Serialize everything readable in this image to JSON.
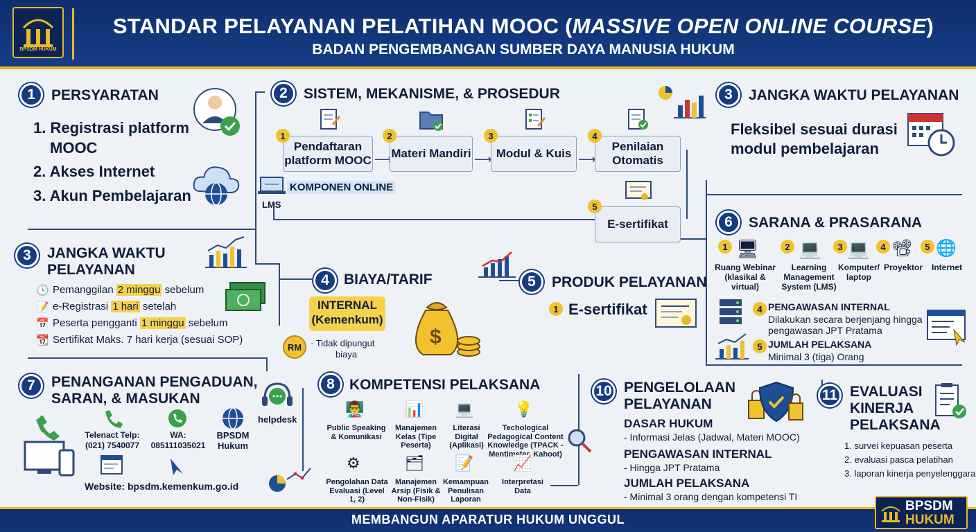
{
  "header": {
    "logo_text": "BPSDM HUKUM",
    "title_main": "STANDAR PELAYANAN PELATIHAN MOOC (",
    "title_italic": "MASSIVE OPEN ONLINE COURSE",
    "title_end": ")",
    "subtitle": "BADAN PENGEMBANGAN SUMBER DAYA MANUSIA HUKUM"
  },
  "s1": {
    "num": "1",
    "title": "PERSYARATAN",
    "items": [
      "1. Registrasi platform",
      "MOOC",
      "2. Akses Internet",
      "3. Akun Pembelajaran"
    ]
  },
  "s2": {
    "num": "2",
    "title": "SISTEM, MEKANISME, & PROSEDUR",
    "steps": [
      {
        "n": "1",
        "label": "Pendaftaran platform MOOC"
      },
      {
        "n": "2",
        "label": "Materi Mandiri"
      },
      {
        "n": "3",
        "label": "Modul & Kuis"
      },
      {
        "n": "4",
        "label": "Penilaian Otomatis"
      },
      {
        "n": "5",
        "label": "E-sertifikat"
      }
    ],
    "lms_label": "LMS",
    "component_label": "KOMPONEN ONLINE"
  },
  "s3a": {
    "num": "3",
    "title": "JANGKA WAKTU PELAYANAN",
    "text1": "Fleksibel sesuai durasi",
    "text2": "modul pembelajaran"
  },
  "s3b": {
    "num": "3",
    "title1": "JANGKA WAKTU",
    "title2": "PELAYANAN",
    "l1a": "Pemanggilan ",
    "l1b": "2 minggu",
    "l1c": " sebelum",
    "l2a": "e-Registrasi ",
    "l2b": "1 hari",
    "l2c": " setelah",
    "l3a": "Peserta pengganti ",
    "l3b": "1 minggu",
    "l3c": " sebelum",
    "l4": "Sertifikat Maks. 7 hari kerja (sesuai SOP)"
  },
  "s4": {
    "num": "4",
    "title": "BIAYA/TARIF",
    "tag1": "INTERNAL",
    "tag2": "(Kemenkum)",
    "coin": "RM",
    "note1": "· Tidak dipungut",
    "note2": "biaya"
  },
  "s5": {
    "num": "5",
    "title": "PRODUK PELAYANAN",
    "item_n": "1",
    "item": "E-sertifikat"
  },
  "s6": {
    "num": "6",
    "title": "SARANA & PRASARANA",
    "items": [
      {
        "n": "1",
        "label": "Ruang Webinar (klasikal & virtual)"
      },
      {
        "n": "2",
        "label": "Learning Management System (LMS)"
      },
      {
        "n": "3",
        "label": "Komputer/ laptop"
      },
      {
        "n": "4",
        "label": "Proyektor"
      },
      {
        "n": "5",
        "label": "Internet"
      }
    ],
    "p4n": "4",
    "p4t": "PENGAWASAN INTERNAL",
    "p4d1": "Dilakukan secara berjenjang hingga",
    "p4d2": "pengawasan JPT Pratama",
    "p5n": "5",
    "p5t": "JUMLAH PELAKSANA",
    "p5d": "Minimal 3 (tiga) Orang"
  },
  "s7": {
    "num": "7",
    "title1": "PENANGANAN PENGADUAN,",
    "title2": "SARAN, & MASUKAN",
    "helpdesk": "helpdesk",
    "tel1": "Telenact Telp:",
    "tel2": "(021) 7540077",
    "wa1": "WA:",
    "wa2": "085111035021",
    "bp1": "BPSDM",
    "bp2": "Hukum",
    "website": "Website: bpsdm.kemenkum.go.id"
  },
  "s8": {
    "num": "8",
    "title": "KOMPETENSI PELAKSANA",
    "row1": [
      "Public Speaking & Komunikasi",
      "Manajemen Kelas (Tipe Peserta)",
      "Literasi Digital (Aplikasi)",
      "Techological Pedagogical Content Knowledge (TPACK - Mentimeter, Kahoot)"
    ],
    "row2": [
      "Pengolahan Data Evaluasi (Level 1, 2)",
      "Manajemen Arsip (Fisik & Non-Fisik)",
      "Kemampuan Penulisan Laporan",
      "Interpretasi Data"
    ]
  },
  "s10": {
    "num": "10",
    "title1": "PENGELOLAAN",
    "title2": "PELAYANAN",
    "h1": "DASAR HUKUM",
    "d1": "- Informasi Jelas (Jadwal, Materi MOOC)",
    "h2": "PENGAWASAN INTERNAL",
    "d2": "- Hingga JPT Pratama",
    "h3": "JUMLAH PELAKSANA",
    "d3": "- Minimal 3 orang dengan kompetensi TI"
  },
  "s11": {
    "num": "11",
    "title1": "EVALUASI",
    "title2": "KINERJA",
    "title3": "PELAKSANA",
    "items": [
      "1. survei kepuasan peserta",
      "2. evaluasi pasca pelatihan",
      "3. laporan kinerja penyelenggara"
    ]
  },
  "footer": {
    "text": "MEMBANGUN APARATUR HUKUM UNGGUL",
    "logo1": "BPSDM",
    "logo2": "HUKUM"
  }
}
